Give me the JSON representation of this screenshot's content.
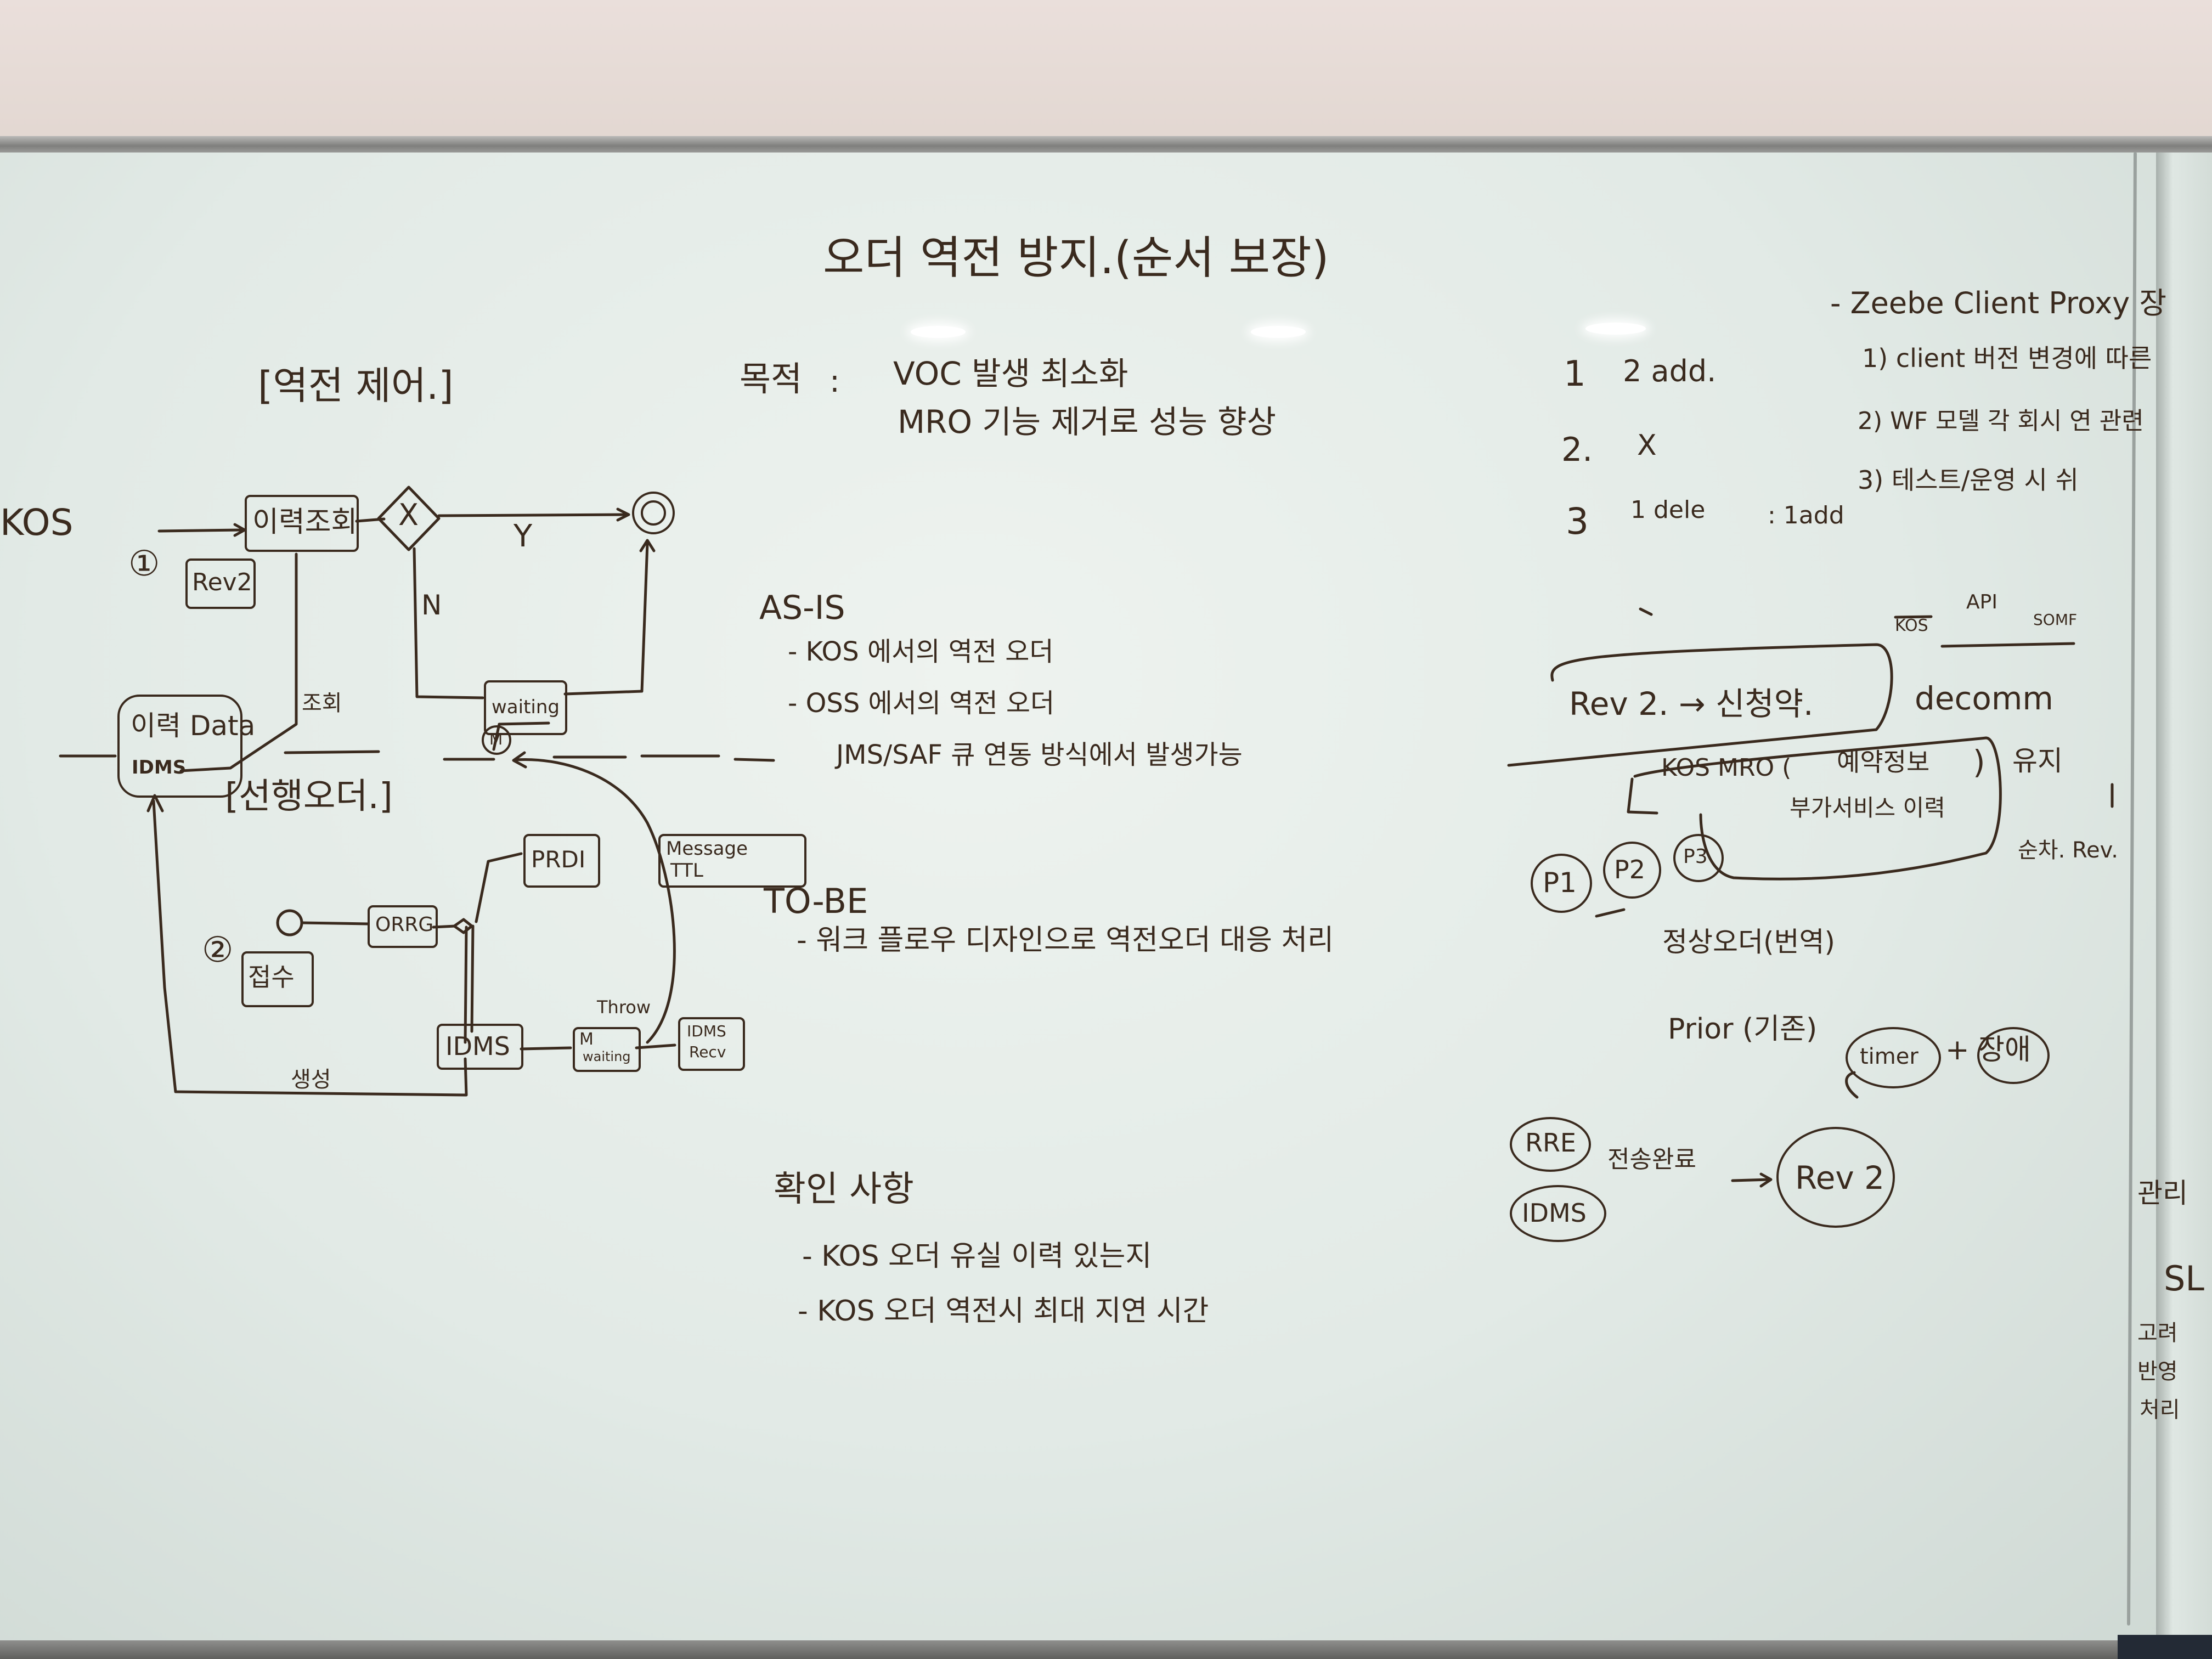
{
  "title": "오더 역전 방지.(순서 보장)",
  "left": {
    "bracket_label": "[역전 제어.]",
    "kos_label": "KOS",
    "step1": "①",
    "rev2_box": "Rev2",
    "history_box": "이력조회",
    "gateway_symbol": "X",
    "yes": "Y",
    "no": "N",
    "waiting_box": "waiting",
    "m_symbol": "M",
    "history_data": "이력 Data",
    "idms_small": "IDMS",
    "lookup": "조회",
    "preceding_order": "[선행오더.]",
    "step2": "②",
    "receive": "접수",
    "orrg": "ORRG",
    "prdi": "PRDI",
    "message_ttl_1": "Message",
    "message_ttl_2": "TTL",
    "idms": "IDMS",
    "throw": "Throw",
    "m_waiting": "waiting",
    "idms_recv_1": "IDMS",
    "idms_recv_2": "Recv",
    "create": "생성"
  },
  "center": {
    "purpose_label": "목적",
    "purpose_colon": ":",
    "purpose_1": "VOC 발생 최소화",
    "purpose_2": "MRO 기능 제거로 성능 향상",
    "asis_title": "AS-IS",
    "asis_items": [
      "- KOS 에서의 역전 오더",
      "- OSS 에서의 역전 오더",
      "JMS/SAF 큐 연동 방식에서 발생가능"
    ],
    "tobe_title": "TO-BE",
    "tobe_item": "- 워크 플로우 디자인으로 역전오더 대응 처리",
    "check_title": "확인 사항",
    "check_items": [
      "- KOS 오더 유실 이력 있는지",
      "- KOS 오더 역전시 최대 지연 시간"
    ]
  },
  "right": {
    "case_1a": "1",
    "case_1b": "2 add.",
    "case_2a": "2.",
    "case_2b": "X",
    "case_3a": "3",
    "case_3b": "1 dele",
    "case_3c": ": 1add",
    "proxy_title": "- Zeebe Client Proxy 장",
    "proxy_1": "1) client 버전 변경에 따른",
    "proxy_2": "2) WF 모델 각 회시 연 관련",
    "proxy_3": "3) 테스트/운영 시 쉬",
    "kos_label": "KOS",
    "api_label": "API",
    "som_label": "SOMF",
    "rev2_subscribe": "Rev 2. → 신청약.",
    "decomm": "decomm",
    "kos_mro": "KOS MRO (",
    "mro_line1": "예약정보",
    "mro_line2": "부가서비스 이력",
    "mro_close": ")",
    "keep": "유지",
    "prev_rev": "순차. Rev.",
    "p1": "P1",
    "p2": "P2",
    "p3": "P3",
    "normal_order": "정상오더(번역)",
    "prior": "Prior (기존)",
    "timer": "timer",
    "plus_fault": "+ 장애",
    "rre": "RRE",
    "idms": "IDMS",
    "sent_done": "전송완료",
    "arrow": "→",
    "rev2_circle": "Rev 2",
    "edge_1": "관리",
    "edge_2": "SL",
    "edge_3": "고려",
    "edge_4": "반영",
    "edge_5": "처리"
  }
}
